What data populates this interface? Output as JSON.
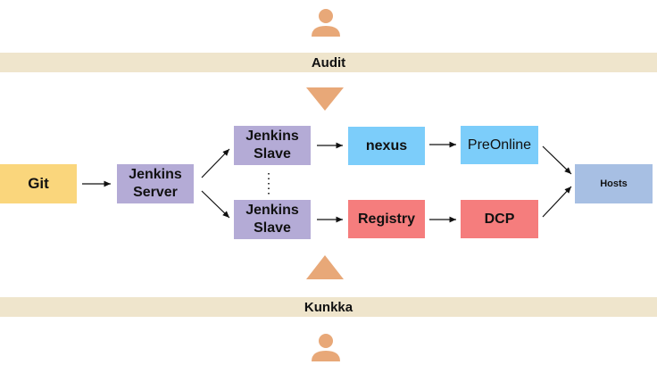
{
  "bands": {
    "top_label": "Audit",
    "bottom_label": "Kunkka"
  },
  "nodes": {
    "git": "Git",
    "jenkins_server": "Jenkins\nServer",
    "jenkins_slave_top": "Jenkins\nSlave",
    "jenkins_slave_bottom": "Jenkins\nSlave",
    "nexus": "nexus",
    "preonline": "PreOnline",
    "registry": "Registry",
    "dcp": "DCP",
    "hosts": "Hosts"
  },
  "icons": {
    "top_user": "person-icon",
    "bottom_user": "person-icon",
    "down_triangle": "triangle-down-icon",
    "up_triangle": "triangle-up-icon"
  },
  "colors": {
    "band": "#efe5cc",
    "person": "#e8a878",
    "triangle": "#e8a878",
    "jenkins": "#b4abd6",
    "git": "#fad67c",
    "nexus": "#7ccdfa",
    "registry": "#f57d7d",
    "hosts": "#a7bfe3"
  }
}
